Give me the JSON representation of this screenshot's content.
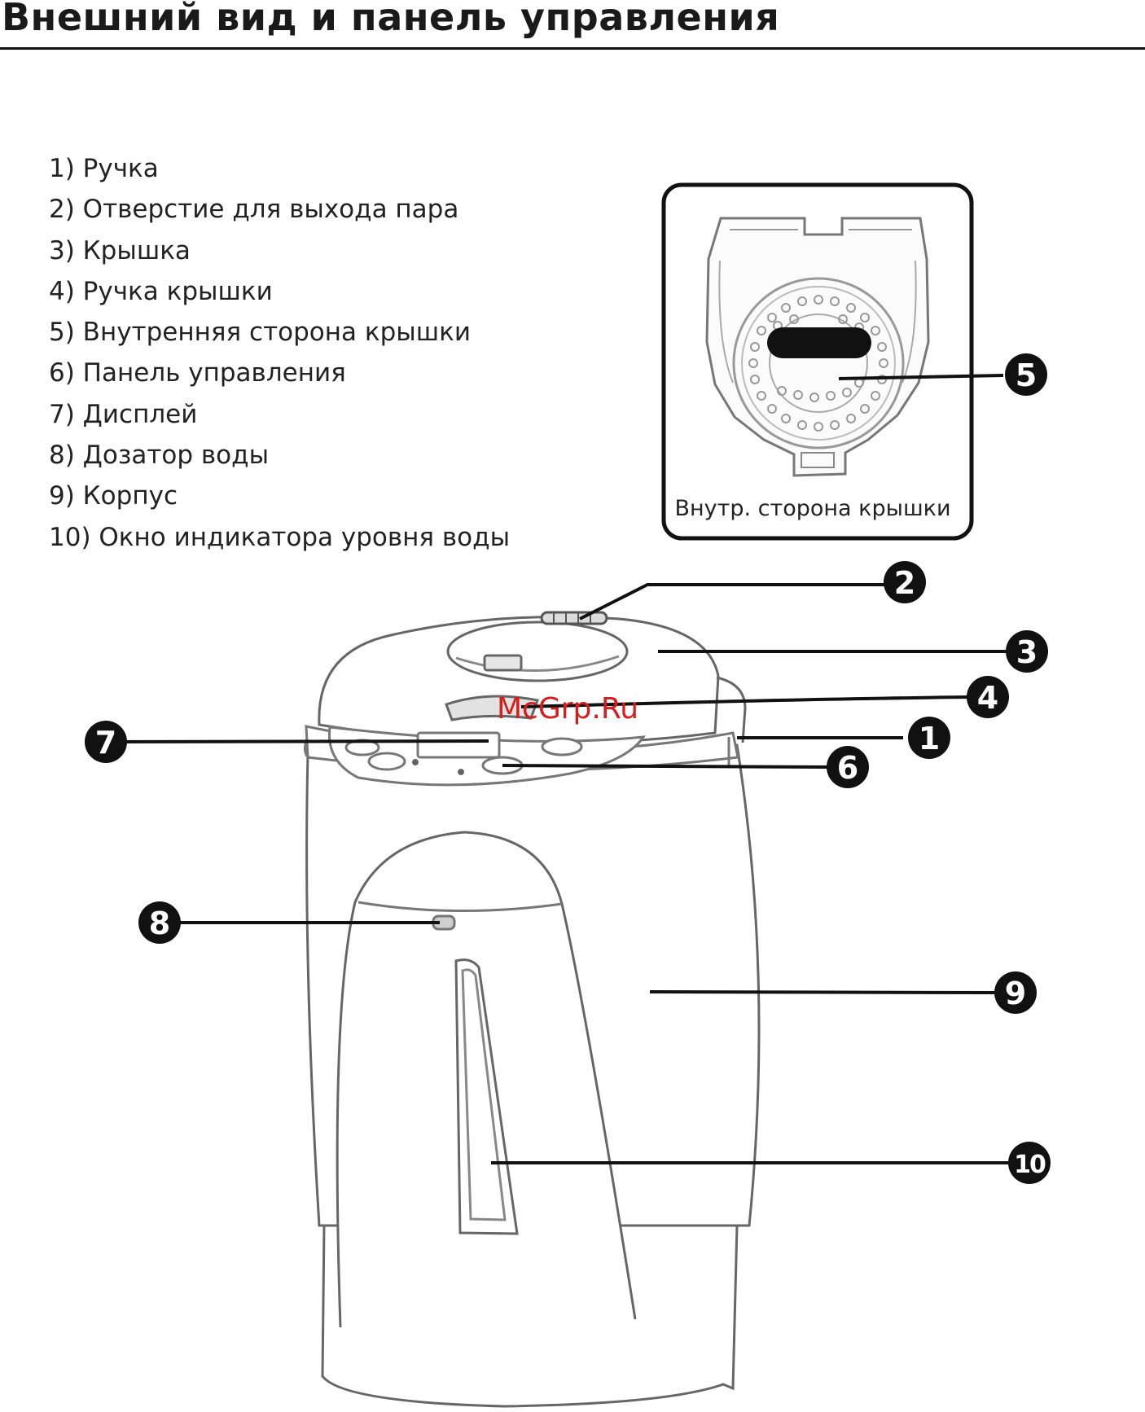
{
  "title": "Внешний вид и панель управления",
  "legend": [
    "1) Ручка",
    "2) Отверстие для выхода пара",
    "3) Крышка",
    "4) Ручка крышки",
    "5) Внутренняя сторона крышки",
    "6) Панель управления",
    "7) Дисплей",
    "8) Дозатор воды",
    "9) Корпус",
    "10) Окно индикатора уровня воды"
  ],
  "inset_caption": "Внутр. сторона крышки",
  "callouts": [
    "1",
    "2",
    "3",
    "4",
    "5",
    "6",
    "7",
    "8",
    "9",
    "10"
  ],
  "watermark": "McGrp.Ru"
}
